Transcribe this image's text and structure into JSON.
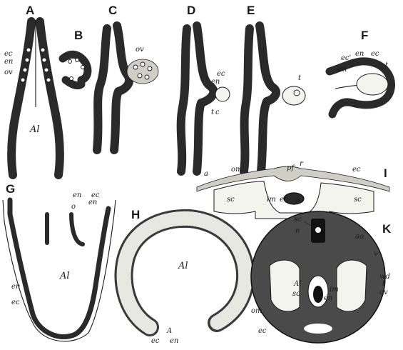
{
  "panels": {
    "A": {
      "letter": "A",
      "labels": [
        "ec",
        "en",
        "ov",
        "Al"
      ]
    },
    "B": {
      "letter": "B"
    },
    "C": {
      "letter": "C",
      "labels": [
        "ov"
      ]
    },
    "D": {
      "letter": "D",
      "labels": [
        "ec",
        "en",
        "t",
        "c"
      ]
    },
    "E": {
      "letter": "E",
      "labels": [
        "t"
      ]
    },
    "F": {
      "letter": "F",
      "labels": [
        "ec'",
        "en",
        "ec",
        "en",
        "t"
      ]
    },
    "G": {
      "letter": "G",
      "labels": [
        "en",
        "ec",
        "en",
        "o",
        "Al",
        "en",
        "ec"
      ]
    },
    "H": {
      "letter": "H",
      "labels": [
        "Al",
        "A",
        "ec",
        "en"
      ]
    },
    "I": {
      "letter": "I",
      "labels": [
        "om",
        "pf",
        "r",
        "ec",
        "a",
        "sc",
        "im",
        "en",
        "n",
        "sc"
      ]
    },
    "K": {
      "letter": "K",
      "labels": [
        "sc",
        "n",
        "ao",
        "v",
        "wd",
        "t",
        "ov",
        "sc",
        "Al",
        "im",
        "en",
        "om",
        "ec"
      ]
    }
  },
  "colors": {
    "ink": "#2a2a2a",
    "paper": "#ffffff"
  }
}
